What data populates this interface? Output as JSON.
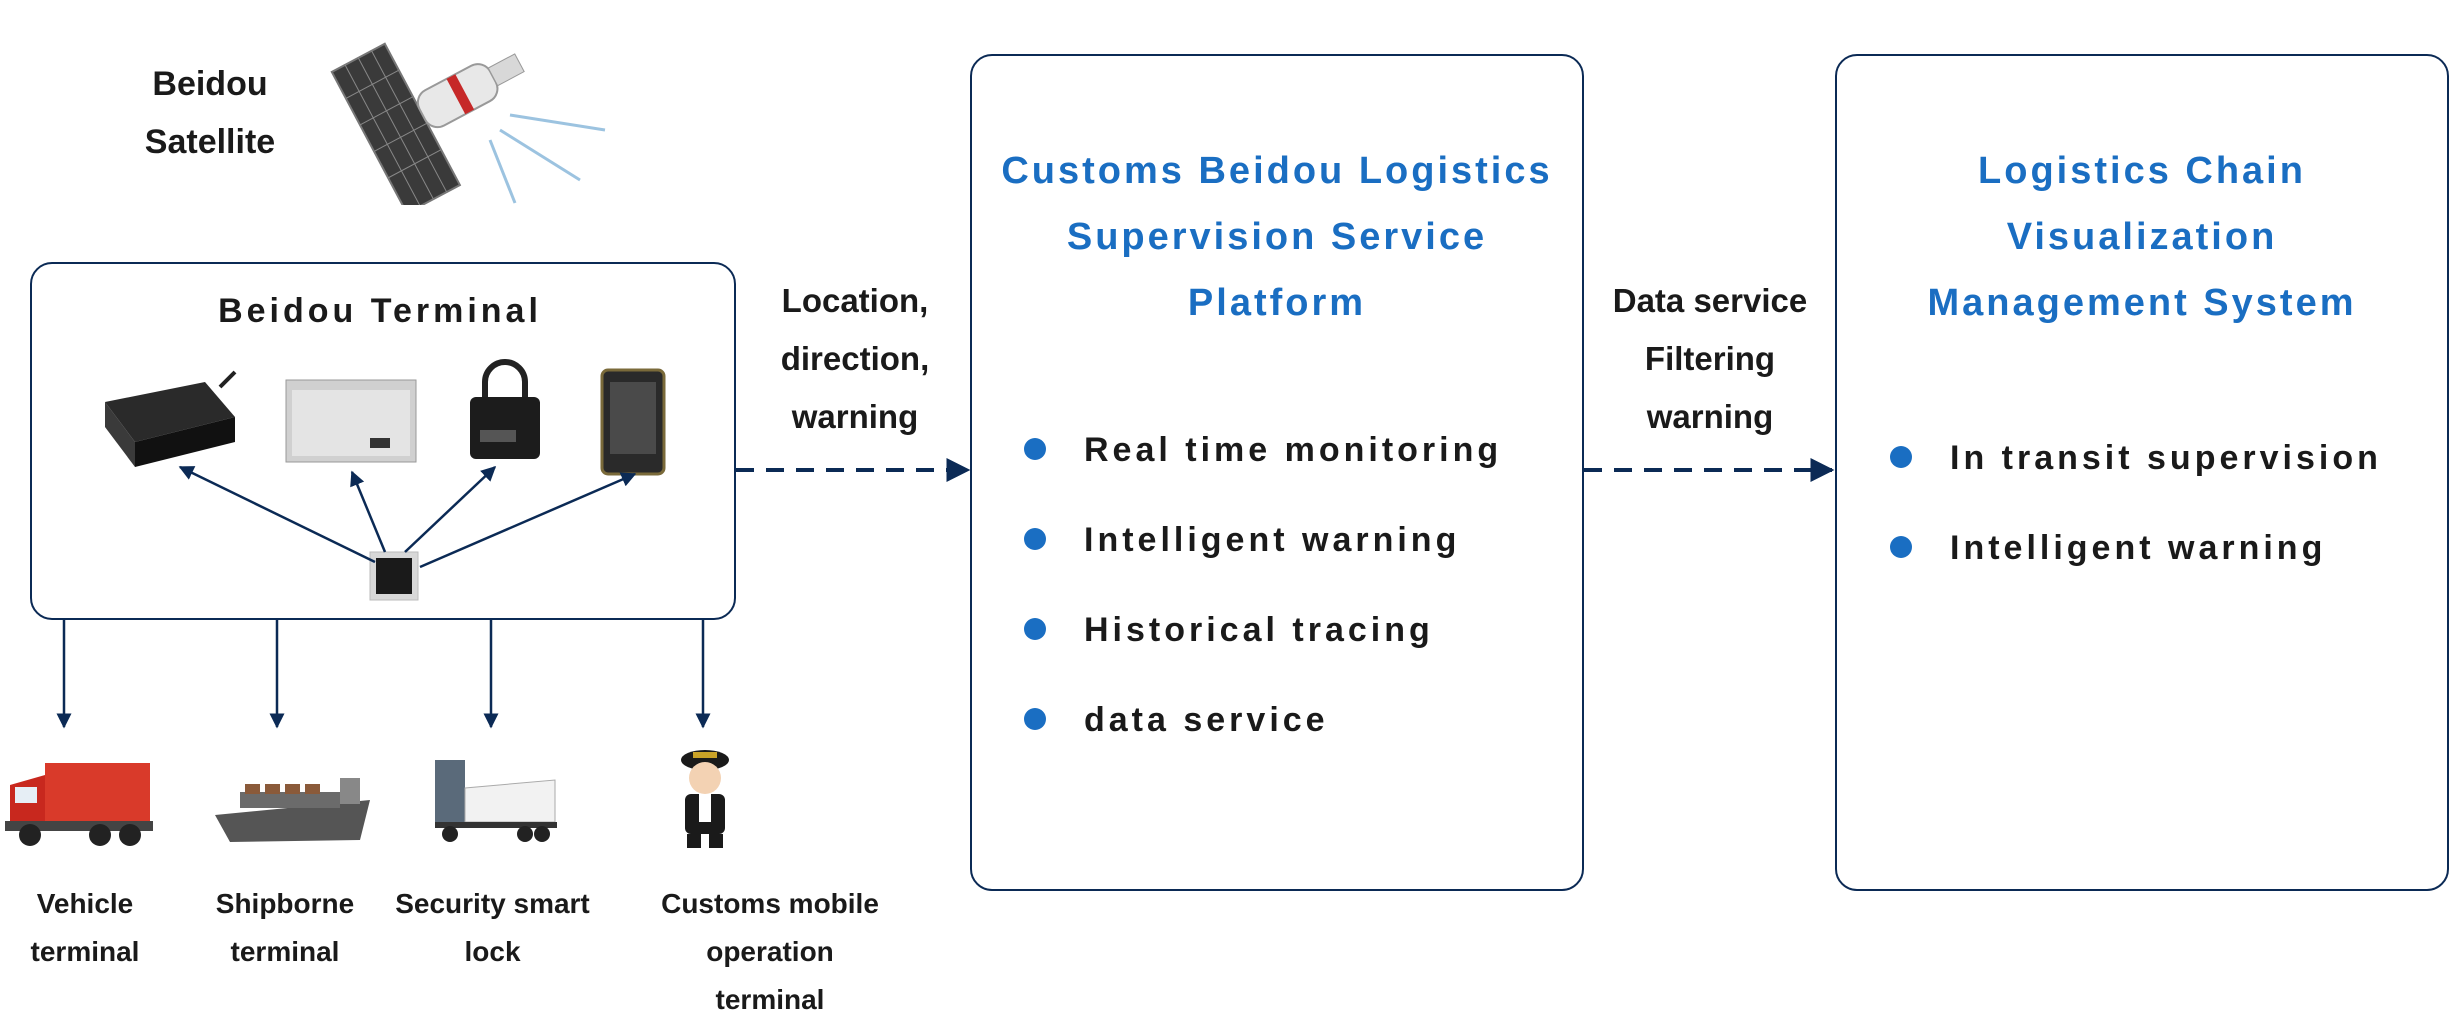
{
  "satellite": {
    "label_line1": "Beidou",
    "label_line2": "Satellite",
    "icon": "satellite-icon"
  },
  "terminal_box": {
    "title": "Beidou Terminal",
    "devices": [
      {
        "icon": "vehicle-tracker-device-icon"
      },
      {
        "icon": "ship-tracker-device-icon"
      },
      {
        "icon": "smart-lock-device-icon"
      },
      {
        "icon": "handheld-terminal-icon"
      }
    ],
    "hub_icon": "beidou-chip-icon"
  },
  "link_left": {
    "line1": "Location,",
    "line2": "direction,",
    "line3": "warning"
  },
  "platform": {
    "title_line1": "Customs Beidou Logistics",
    "title_line2": "Supervision Service",
    "title_line3": "Platform",
    "features": [
      "Real time monitoring",
      "Intelligent warning",
      "Historical tracing",
      "data service"
    ]
  },
  "link_right": {
    "line1": "Data service",
    "line2": "Filtering",
    "line3": "warning"
  },
  "visual_system": {
    "title_line1": "Logistics Chain",
    "title_line2": "Visualization",
    "title_line3": "Management System",
    "features": [
      "In transit supervision",
      "Intelligent warning"
    ]
  },
  "endpoints": [
    {
      "line1": "Vehicle",
      "line2": "terminal",
      "icon": "truck-icon"
    },
    {
      "line1": "Shipborne",
      "line2": "terminal",
      "icon": "cargo-ship-icon"
    },
    {
      "line1": "Security smart",
      "line2": "lock",
      "icon": "container-truck-icon"
    },
    {
      "line1": "Customs mobile operation",
      "line2": "terminal",
      "icon": "customs-officer-icon"
    }
  ],
  "colors": {
    "frame": "#0b2a55",
    "accent_blue": "#1a6ec2",
    "text": "#1a1a1a"
  }
}
